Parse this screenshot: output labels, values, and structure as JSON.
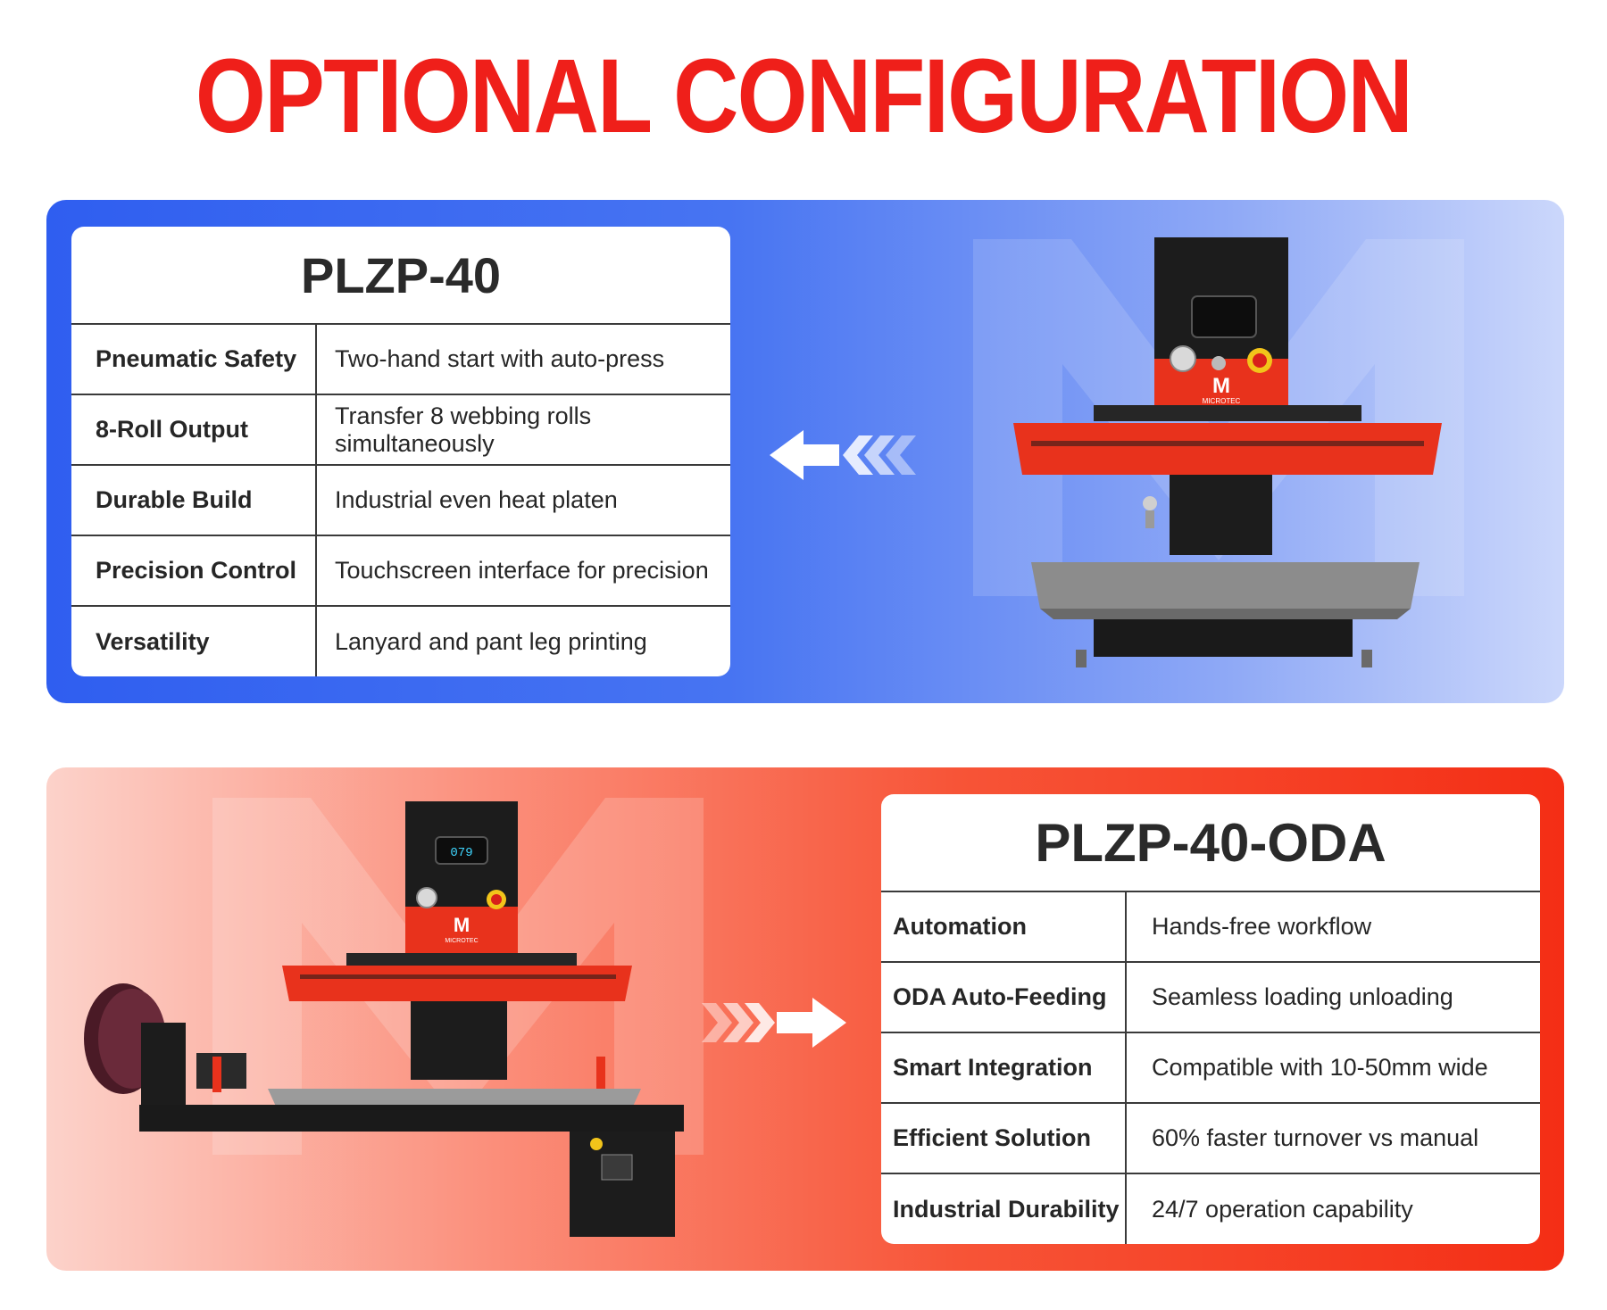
{
  "headline": "OPTIONAL CONFIGURATION",
  "colors": {
    "headline": "#ef1f1a",
    "blue_panel": "#2f5ef0",
    "red_panel": "#f42e15",
    "machine_red": "#e8321c",
    "machine_black": "#1c1c1c"
  },
  "products": [
    {
      "model": "PLZP-40",
      "specs": [
        {
          "label": "Pneumatic Safety",
          "value": "Two-hand start with auto-press"
        },
        {
          "label": "8-Roll Output",
          "value": "Transfer 8 webbing rolls simultaneously"
        },
        {
          "label": "Durable Build",
          "value": "Industrial even heat platen"
        },
        {
          "label": "Precision Control",
          "value": "Touchscreen interface for precision"
        },
        {
          "label": "Versatility",
          "value": "Lanyard and pant leg printing"
        }
      ],
      "machine_brand": "MICROTEC",
      "arrow_direction": "left"
    },
    {
      "model": "PLZP-40-ODA",
      "specs": [
        {
          "label": "Automation",
          "value": "Hands-free workflow"
        },
        {
          "label": "ODA Auto-Feeding",
          "value": "Seamless loading unloading"
        },
        {
          "label": "Smart Integration",
          "value": "Compatible with 10-50mm wide"
        },
        {
          "label": "Efficient Solution",
          "value": "60% faster turnover vs manual"
        },
        {
          "label": "Industrial Durability",
          "value": "24/7 operation capability"
        }
      ],
      "machine_brand": "MICROTEC",
      "display_readout": "079",
      "arrow_direction": "right"
    }
  ],
  "icons": {
    "arrow_left": "double-chevron-arrow-left-icon",
    "arrow_right": "double-chevron-arrow-right-icon",
    "logo": "microtec-m-logo"
  }
}
